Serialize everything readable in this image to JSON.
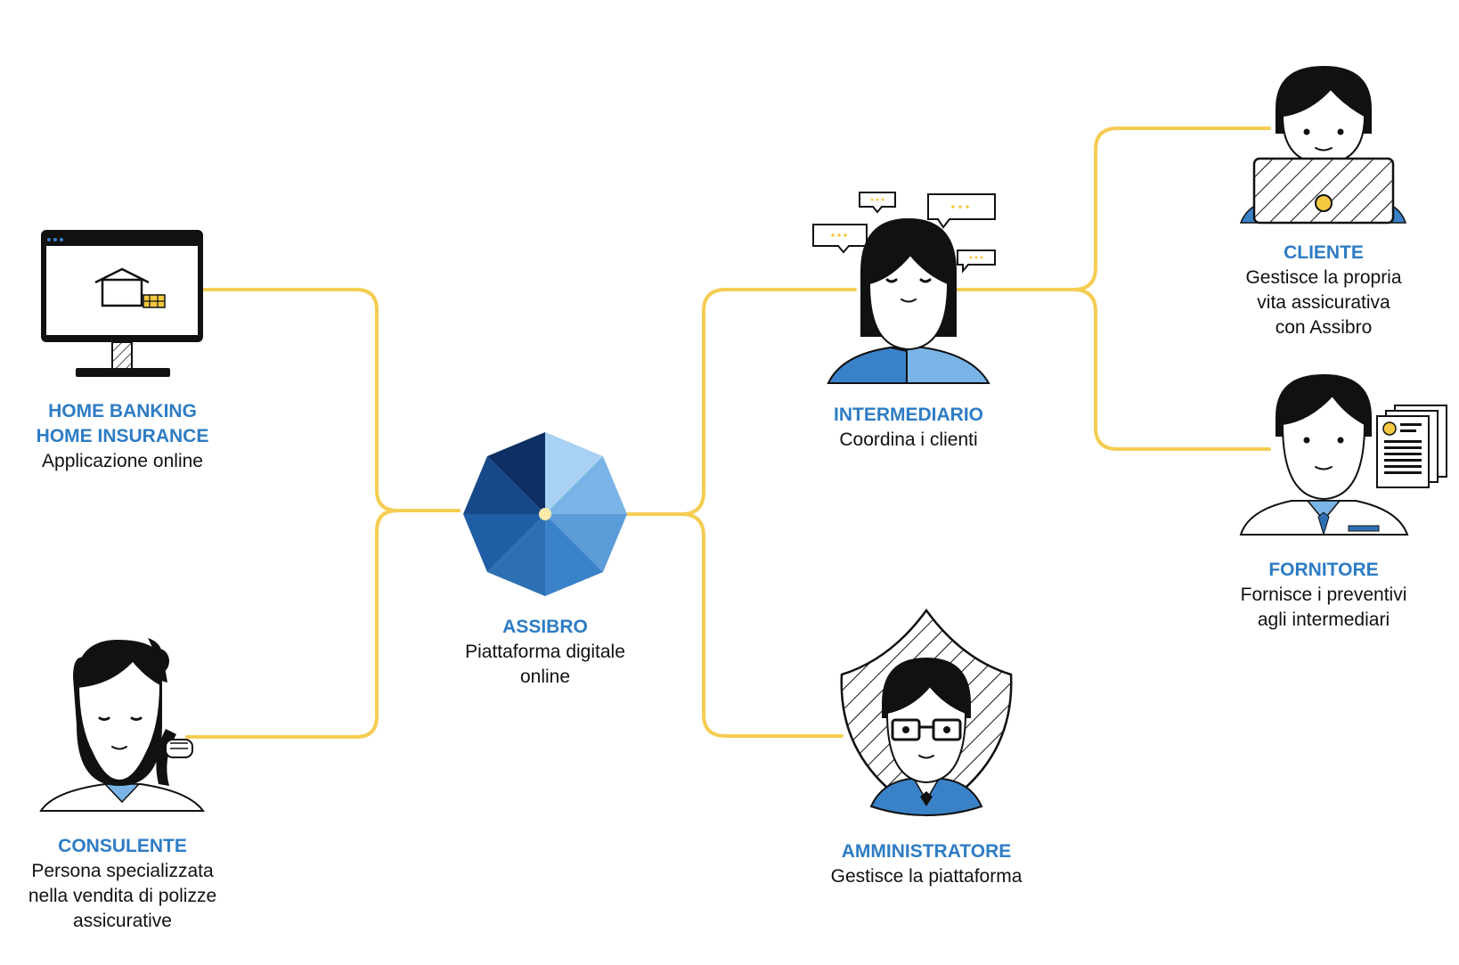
{
  "colors": {
    "connector": "#f5cd52",
    "title_blue": "#2e7cc4",
    "shirt_blue": "#3a82c8",
    "shirt_light": "#7ab4e6",
    "umbrella_dark": "#0d2f63",
    "umbrella_light": "#a8d1f3",
    "ink": "#111111",
    "accent_yellow": "#f5c842"
  },
  "icons": {
    "center": "umbrella-icon",
    "home": "monitor-house-icon",
    "consulente": "consultant-phone-icon",
    "intermediario": "intermediary-chat-icon",
    "amministratore": "admin-shield-icon",
    "cliente": "client-laptop-icon",
    "fornitore": "supplier-documents-icon"
  },
  "center": {
    "title": "ASSIBRO",
    "desc": "Piattaforma digitale\nonline"
  },
  "home": {
    "title": "HOME BANKING\nHOME INSURANCE",
    "desc": "Applicazione online"
  },
  "consulente": {
    "title": "CONSULENTE",
    "desc": "Persona specializzata\nnella vendita di polizze\nassicurative"
  },
  "intermediario": {
    "title": "INTERMEDIARIO",
    "desc": "Coordina i clienti"
  },
  "amministratore": {
    "title": "AMMINISTRATORE",
    "desc": "Gestisce la piattaforma"
  },
  "cliente": {
    "title": "CLIENTE",
    "desc": "Gestisce la propria\nvita assicurativa\ncon Assibro"
  },
  "fornitore": {
    "title": "FORNITORE",
    "desc": "Fornisce i preventivi\nagli intermediari"
  }
}
